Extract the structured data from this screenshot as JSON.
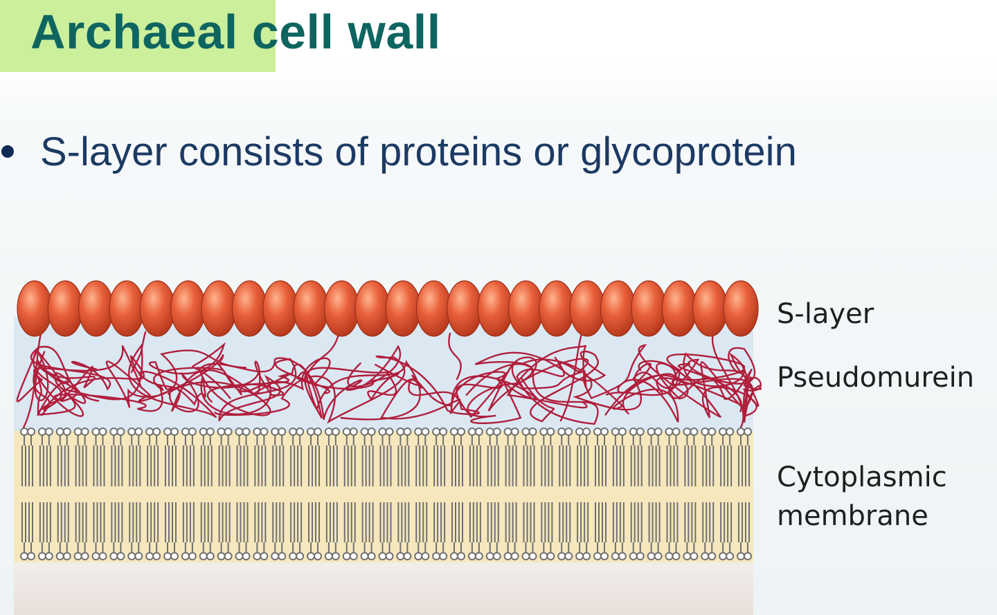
{
  "title": {
    "highlighted": "Archaeal",
    "rest": "cell wall",
    "highlight_color": "#ccef9c",
    "text_color": "#0e6560"
  },
  "bullets": [
    {
      "text": "S-layer consists of proteins or glycoprotein"
    }
  ],
  "diagram": {
    "labels": {
      "s_layer": "S-layer",
      "pseudomurein": "Pseudomurein",
      "membrane_line1": "Cytoplasmic",
      "membrane_line2": "membrane"
    },
    "colors": {
      "s_layer_protein": "#e0552f",
      "pseudomurein_fibers": "#b01e3c",
      "membrane_band": "#f6e7bd",
      "lipid": "#6f6f6f",
      "periplasm": "#dbe8f2"
    },
    "s_layer_subunit_count": 24,
    "lipid_pair_count": 41
  }
}
